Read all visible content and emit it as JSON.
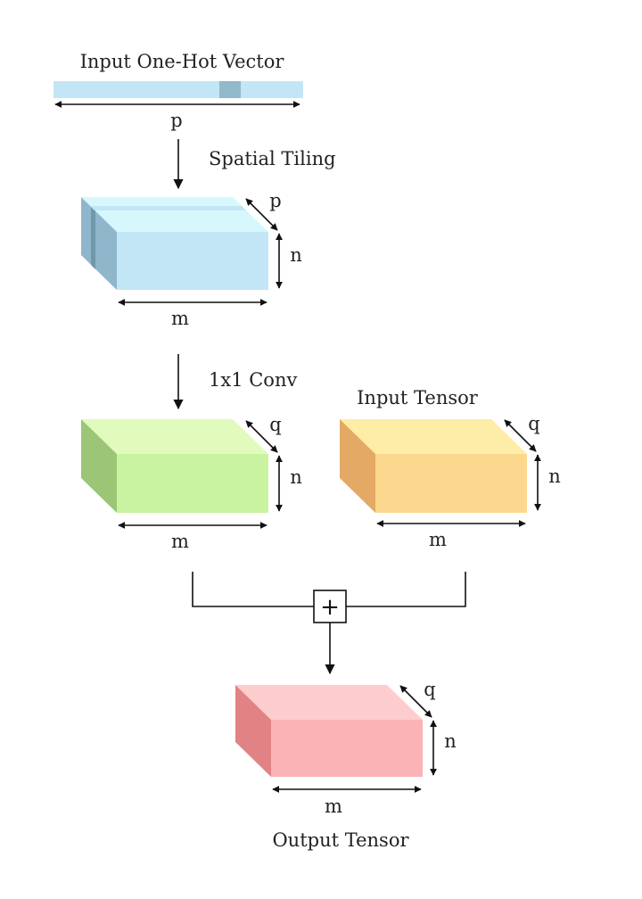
{
  "labels": {
    "input_vector": "Input One-Hot Vector",
    "spatial_tiling": "Spatial Tiling",
    "conv": "1x1 Conv",
    "input_tensor": "Input Tensor",
    "output_tensor": "Output Tensor"
  },
  "vector": {
    "dim": "p"
  },
  "tiled_block": {
    "depth": "p",
    "height": "n",
    "width": "m"
  },
  "conv_block": {
    "depth": "q",
    "height": "n",
    "width": "m"
  },
  "input_block": {
    "depth": "q",
    "height": "n",
    "width": "m"
  },
  "output_block": {
    "depth": "q",
    "height": "n",
    "width": "m"
  },
  "add_symbol": "+",
  "colors": {
    "vector_fill": "#c3e6f7",
    "vector_hot": "#91b8cb",
    "tiled_front": "#c3e6f7",
    "tiled_top": "#d6f8fd",
    "tiled_side": "#8fb6cb",
    "conv_front": "#c9f3a1",
    "conv_top": "#e1fbbd",
    "conv_side": "#9cc676",
    "input_front": "#fcd88f",
    "input_top": "#fdeda6",
    "input_side": "#e3a965",
    "output_front": "#fbb3b5",
    "output_top": "#fdcdce",
    "output_side": "#e18384"
  }
}
